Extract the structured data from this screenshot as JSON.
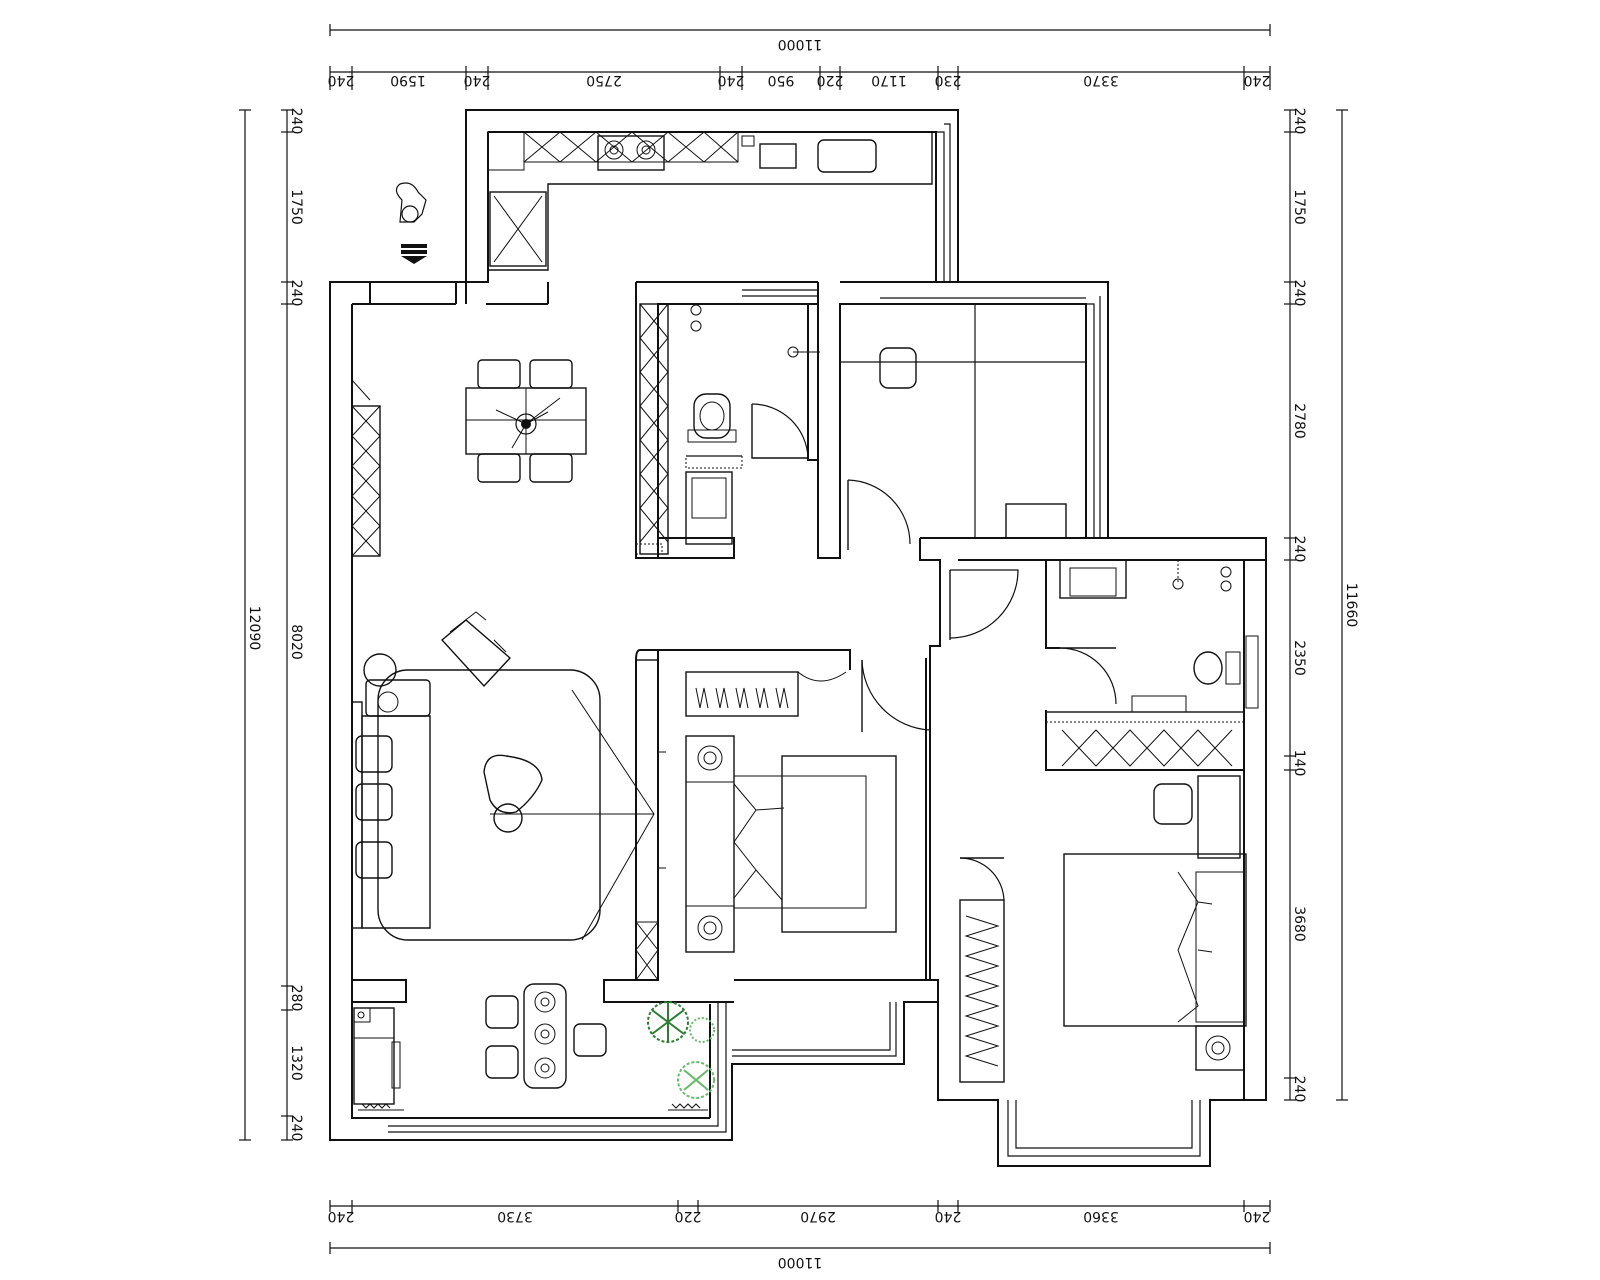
{
  "dimensions": {
    "top_total": "11000",
    "top_segments": [
      "240",
      "1590",
      "240",
      "2750",
      "240",
      "950",
      "220",
      "1170",
      "230",
      "3370",
      "240"
    ],
    "bottom_total": "11000",
    "bottom_segments": [
      "240",
      "3730",
      "220",
      "2970",
      "240",
      "3360",
      "240"
    ],
    "left_total": "12090",
    "left_segments": [
      "240",
      "1750",
      "240",
      "8020",
      "280",
      "1320",
      "240"
    ],
    "right_total": "11660",
    "right_segments": [
      "240",
      "1750",
      "240",
      "2780",
      "240",
      "2350",
      "140",
      "3680",
      "240"
    ]
  },
  "colors": {
    "line": "#111111",
    "plant_dark": "#2e7d32",
    "plant_light": "#66bb6a"
  }
}
